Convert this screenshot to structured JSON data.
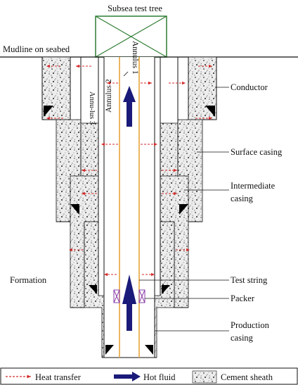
{
  "figure": {
    "labels": {
      "subsea_test_tree": "Subsea test tree",
      "mudline": "Mudline on seabed",
      "annulus_1": "Annulus 1",
      "annulus_2": "Annulus 2",
      "annulus_3": "Annu-lus 3",
      "conductor": "Conductor",
      "surface_casing": "Surface casing",
      "intermediate_casing_1": "Intermediate",
      "intermediate_casing_2": "casing",
      "formation": "Formation",
      "test_string": "Test string",
      "packer": "Packer",
      "production_casing_1": "Production",
      "production_casing_2": "casing"
    },
    "legend": {
      "heat_transfer": "Heat transfer",
      "hot_fluid": "Hot fluid",
      "cement_sheath": "Cement sheath"
    },
    "colors": {
      "heat_arrow": "#d42a2a",
      "hot_fluid_arrow": "#1a1a7a",
      "tree": "#2e7d32",
      "test_string": "#e8a33a",
      "packer": "#8a3ea8"
    }
  }
}
